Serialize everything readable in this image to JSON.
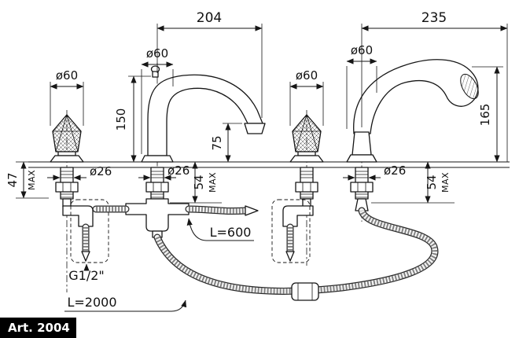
{
  "artwork": {
    "badge_label": "Art. 2004"
  },
  "dims": {
    "spout_reach": "204",
    "shower_reach": "235",
    "left_handle_dia": "ø60",
    "spout_base_dia": "ø60",
    "right_handle_dia": "ø60",
    "shower_base_dia": "ø60",
    "spout_height": "150",
    "spout_outlet_height": "75",
    "shower_height": "165",
    "deck_thickness_left": "47",
    "deck_thickness_left_max": "MAX",
    "deck_thickness_center": "54",
    "deck_thickness_center_max": "MAX",
    "deck_thickness_right": "54",
    "deck_thickness_right_max": "MAX",
    "left_shank_dia": "ø26",
    "center_shank_dia": "ø26",
    "right_shank_dia": "ø26",
    "supply_hose_length": "L=600",
    "shower_hose_length": "L=2000",
    "connection_thread": "G1/2\""
  }
}
